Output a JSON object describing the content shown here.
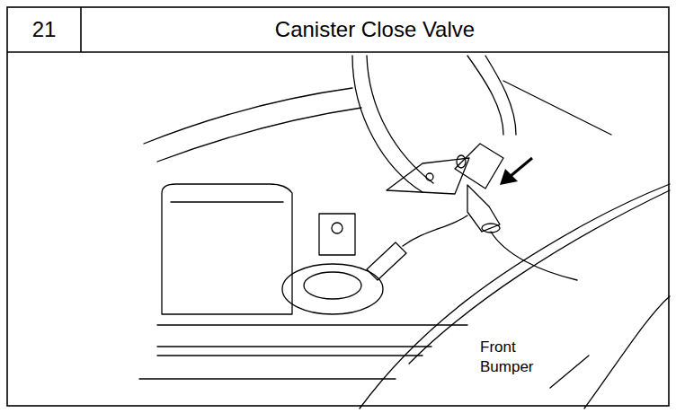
{
  "diagram": {
    "title": "Canister Close Valve",
    "labels": [
      "21",
      "Front Bumper"
    ]
  }
}
